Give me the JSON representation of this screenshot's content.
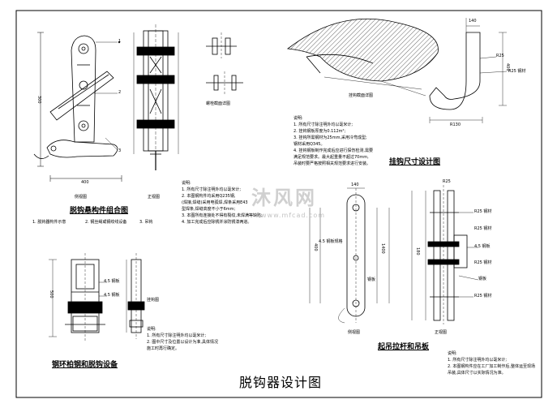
{
  "sheet_title": "脱钩器设计图",
  "watermark": {
    "text": "沐风网",
    "url": "www.mfcad.com"
  },
  "assembly": {
    "caption": "脱钩悬构件组合图",
    "front_label": "侧视图",
    "side_label": "正视图",
    "section_label": "螺栓截面详图",
    "dim_width": "400",
    "dim_height": "300",
    "callouts": [
      "1",
      "2",
      "3"
    ],
    "note_items": [
      "1. 脱钩器构件示意",
      "2. 钢丝绳或钢绞线设备",
      "3. 吊钩"
    ]
  },
  "notes_1": {
    "header": "说明:",
    "lines": [
      "1. 所有尺寸除注明外均以毫米计;",
      "2. 本图钢构件均采用Q235钢,",
      "(焊接,焊缝)采用电弧焊,焊条采用E43",
      "型焊条,焊缝高度不小于6mm;",
      "3. 本图所有连接处不得有裂纹,未焊满等缺陷;",
      "4. 加工完成后应除锈并涂防锈漆两道。"
    ]
  },
  "ring": {
    "caption": "钢环柏钢和脱钩设备",
    "right_label": "挂钩图",
    "callouts": [
      "4.5 钢板",
      "4.5 钢板"
    ],
    "dim_height": "500",
    "note_header": "说明:",
    "note_lines": [
      "1. 所有尺寸除注明外均以毫米计;",
      "2. 图中尺寸及位置以设计为准,具体情况",
      "施工时再行确定。"
    ]
  },
  "hook_design": {
    "caption": "挂钩尺寸设计图",
    "section_label": "挂钩截面详图",
    "dims": [
      "140",
      "400",
      "R25",
      "R130",
      "R25 钢材"
    ],
    "note_header": "说明:",
    "note_lines": [
      "1. 所有尺寸除注明外均以毫米计;",
      "2. 挂钩钢板厚度为0.112m²;",
      "3. 挂钩所需钢材为25mm,采用冷弯成型;",
      "钢材采用Q345。",
      "4. 挂钩钢板制作完成后应进行探伤检测,需要",
      "满足规范要求。最大起重量不超过70mm,",
      "吊装时要严格按照相关规范要求进行安装。"
    ]
  },
  "lifting": {
    "caption": "起吊拉杆和吊板",
    "left_label": "侧视图",
    "right_label": "正视图",
    "dims": [
      "140",
      "400",
      "1400",
      "180",
      "R25"
    ],
    "callouts": [
      "4.5 钢板规格",
      "R25 钢材",
      "钢板",
      "R25 钢材",
      "R25 钢材",
      "4.5 钢板",
      "钢板",
      "R25 钢材"
    ],
    "note_header": "说明:",
    "note_lines": [
      "1. 所有尺寸除注明外均以毫米计;",
      "2. 本图钢构件应在工厂加工制作后,整体运至现场",
      "吊装,具体尺寸以实际情况为准。"
    ]
  }
}
